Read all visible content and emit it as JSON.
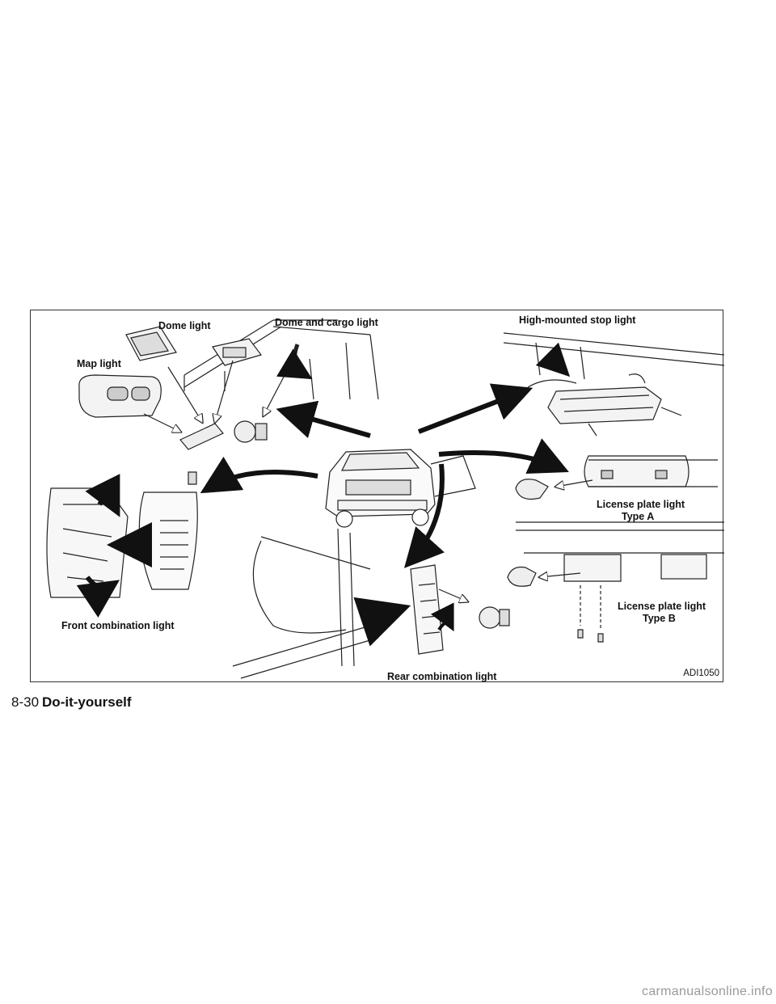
{
  "figure": {
    "code": "ADI1050",
    "labels": {
      "dome_light": "Dome light",
      "dome_cargo_light": "Dome and cargo light",
      "high_mounted_stop_light": "High-mounted stop light",
      "map_light": "Map light",
      "license_plate_a_line1": "License plate light",
      "license_plate_a_line2": "Type A",
      "license_plate_b_line1": "License plate light",
      "license_plate_b_line2": "Type B",
      "front_combination_light": "Front combination light",
      "rear_combination_light": "Rear combination light"
    }
  },
  "footer": {
    "page_number": "8-30",
    "section_title": "Do-it-yourself"
  },
  "watermark": "carmanualsonline.info"
}
